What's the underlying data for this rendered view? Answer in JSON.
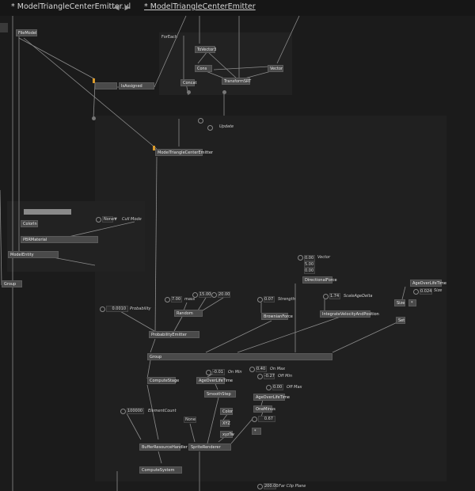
{
  "tabs": [
    {
      "label": "* ModelTriangleCenterEmitter.vl",
      "active": false
    },
    {
      "label": "* ModelTriangleCenterEmitter",
      "active": true
    }
  ],
  "nav": {
    "back_icon": "back-arrow-icon",
    "forward_icon": "forward-arrow-icon"
  },
  "colors": {
    "background": "#1b1b1b",
    "region": "#222222",
    "node": "#4a4a4a",
    "wire": "#8c8c8c",
    "pin_accent": "#d99a2b"
  },
  "nodes": {
    "rewidget": "FileModel",
    "foreach": "ForEach",
    "totvector": "ToVector3",
    "cons": "Cons",
    "vector": "Vector",
    "concat": "Concat",
    "transformsrt": "TransformSRT",
    "isassigned": "IsAssigned",
    "update": "Update",
    "model_triangle": "ModelTriangleCenterEmitter",
    "colorin": "ColorIn",
    "pbrmaterial": "PBRMaterial",
    "cullmode_value": "None",
    "cullmode_label": "Cull Mode",
    "modelentity": "ModelEntity",
    "group_left": "Group",
    "vector_label": "Vector",
    "vector_values": [
      "0.00",
      "5.00",
      "0.00"
    ],
    "directionalforce": "DirectionalForce",
    "ageoverlifetime_top": "AgeOverLifeTime",
    "size_value": "0.024",
    "size_label": "Size",
    "size_node": "Size",
    "multiply": "*",
    "set": "Set",
    "probability_value": "0.0010",
    "probability_label": "Probability",
    "mass_value": "7.00",
    "mass_label": "mass",
    "random_a": "15.00",
    "random_b": "20.00",
    "random": "Random",
    "strength_value": "0.07",
    "strength_label": "Strength",
    "brownianforce": "BrownianForce",
    "scaleagedelta_value": "1.74",
    "scaleagedelta_label": "ScaleAgeDelta",
    "integrate": "IntegrateVelocityAndPosition",
    "probabilityemitter": "ProbabilityEmitter",
    "group_main": "Group",
    "onmax_value": "0.40",
    "onmax_label": "On Max",
    "onmin_value": "-0.01",
    "onmin_label": "On Min",
    "offmin_value": "-0.27",
    "offmin_label": "Off Min",
    "offmax_value": "0.00",
    "offmax_label": "Off Max",
    "computestage": "ComputeStage",
    "ageoverlifetime_mid": "AgeOverLifeTime",
    "smoothstep": "SmoothStep",
    "ageoverlifetime_low": "AgeOverLifeTime",
    "oneminus": "OneMinus",
    "elementcount_value": "100000",
    "elementcount_label": "ElementCount",
    "none2": "None",
    "color": "Color",
    "xyz": "XYZ",
    "xyzw": "xyzTw",
    "value_067": "0.67",
    "star": "*",
    "bufferresourcehandler": "BufferResourceHandler",
    "spriterenderer": "SpriteRenderer",
    "computesystem": "ComputeSystem",
    "farclip_value": "200.00",
    "farclip_label": "Far Clip Plane"
  }
}
